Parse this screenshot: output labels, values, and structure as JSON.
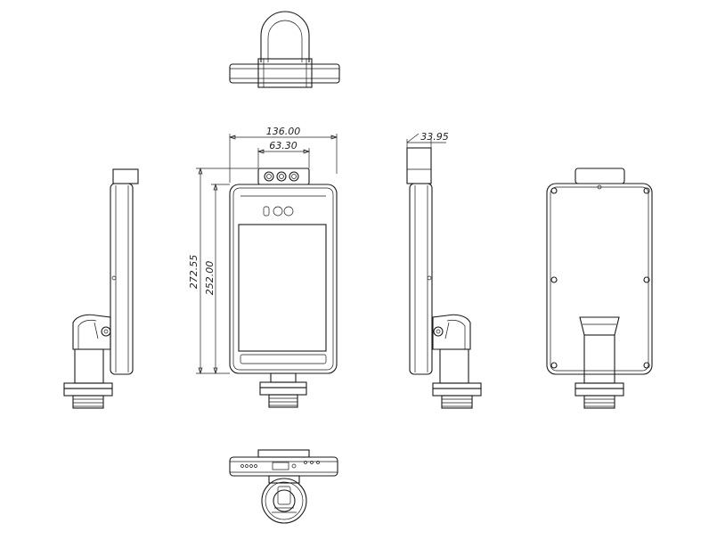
{
  "dimensions": {
    "overall_width": "136.00",
    "camera_width": "63.30",
    "overall_height": "272.55",
    "body_height": "252.00",
    "camera_depth": "33.95"
  },
  "colors": {
    "line": "#1a1a1a",
    "background": "#ffffff"
  },
  "views": [
    "top-view",
    "left-side-view",
    "front-view",
    "right-side-view",
    "rear-view",
    "bottom-view"
  ]
}
